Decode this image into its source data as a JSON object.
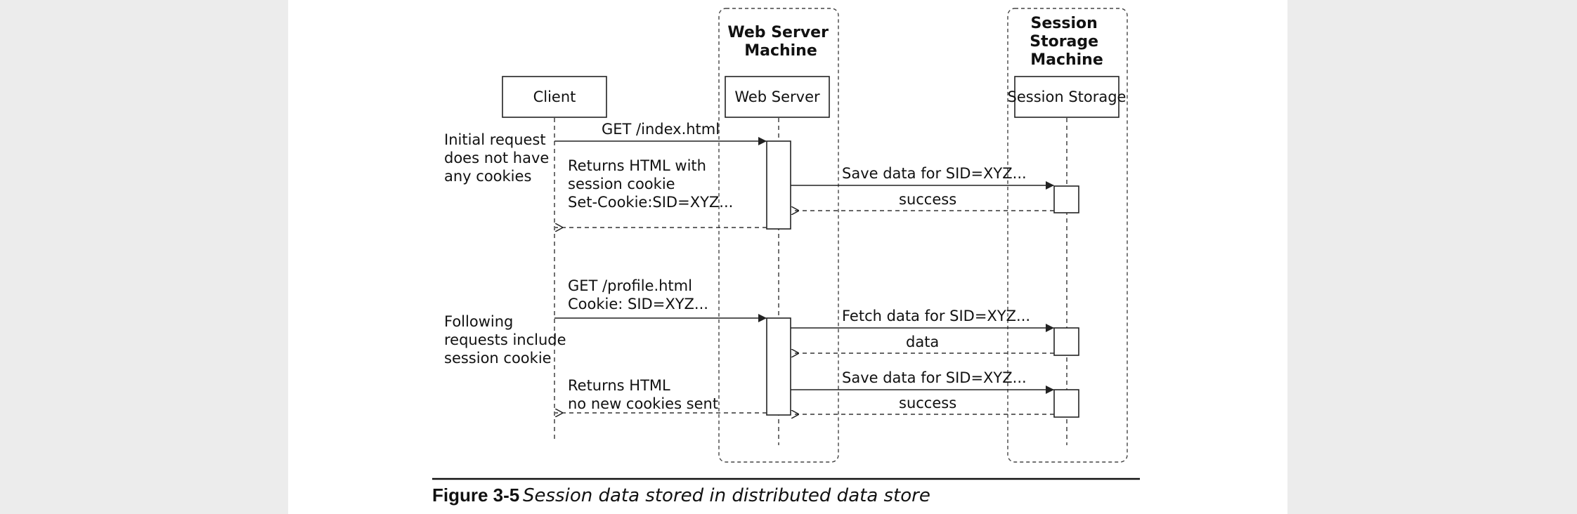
{
  "groups": {
    "web_server_machine": [
      "Web Server",
      "Machine"
    ],
    "session_storage_machine": [
      "Session",
      "Storage",
      "Machine"
    ]
  },
  "participants": {
    "client": "Client",
    "web_server": "Web Server",
    "session_storage": "Session Storage"
  },
  "notes": {
    "initial": [
      "Initial request",
      "does not have",
      "any cookies"
    ],
    "following": [
      "Following",
      "requests include",
      "session cookie"
    ]
  },
  "messages": {
    "get_index": "GET /index.html",
    "returns_html_cookie": [
      "Returns HTML with",
      "session cookie",
      "Set-Cookie:SID=XYZ..."
    ],
    "save_data_1": "Save data for SID=XYZ...",
    "success_1": "success",
    "get_profile": [
      "GET /profile.html",
      "Cookie: SID=XYZ..."
    ],
    "fetch_data": "Fetch data for SID=XYZ...",
    "data": "data",
    "returns_html_no_cookie": [
      "Returns HTML",
      "no new cookies sent"
    ],
    "save_data_2": "Save data for SID=XYZ...",
    "success_2": "success"
  },
  "caption": {
    "number": "Figure 3-5",
    "text": "Session data stored in distributed data store"
  }
}
